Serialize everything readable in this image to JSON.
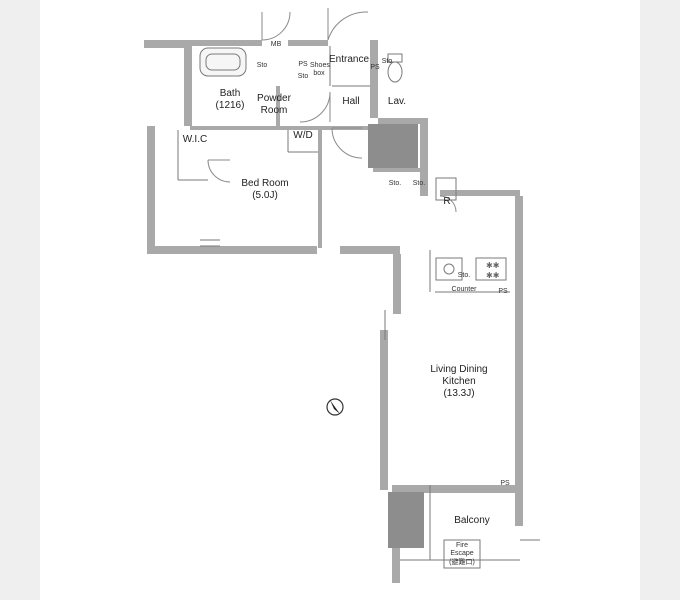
{
  "floorplan": {
    "rooms": {
      "bath": {
        "name": "Bath",
        "size": "(1216)"
      },
      "powder": {
        "line1": "Powder",
        "line2": "Room"
      },
      "entrance": "Entrance",
      "hall": "Hall",
      "lav": "Lav.",
      "wic": "W.I.C",
      "wd": "W/D",
      "bedroom": {
        "name": "Bed Room",
        "size": "(5.0J)"
      },
      "ldk": {
        "line1": "Living Dining",
        "line2": "Kitchen",
        "size": "(13.3J)"
      },
      "balcony": "Balcony"
    },
    "fixtures": {
      "mb": "MB",
      "sto_bath": "Sto",
      "ps_top": "PS",
      "sto_top": "Sto",
      "shoes_box": {
        "line1": "Shoes",
        "line2": "box"
      },
      "ps_lav": "PS",
      "sto_lav": "Sto",
      "sto_hall_1": "Sto.",
      "sto_hall_2": "Sto.",
      "r": "R",
      "sto_kitchen": "Sto.",
      "counter": "Counter",
      "ps_kitchen": "PS",
      "ps_ldk": "PS",
      "fire_escape": {
        "line1": "Fire",
        "line2": "Escape",
        "line3": "(避難口)"
      }
    },
    "icons": [
      "compass-icon",
      "bathtub-icon",
      "toilet-icon",
      "stove-icon",
      "sink-icon"
    ],
    "colors": {
      "wall": "#a9a9a9",
      "wall_dark": "#8d8d8d",
      "line": "#7a7a7a",
      "background": "#efefef"
    }
  }
}
